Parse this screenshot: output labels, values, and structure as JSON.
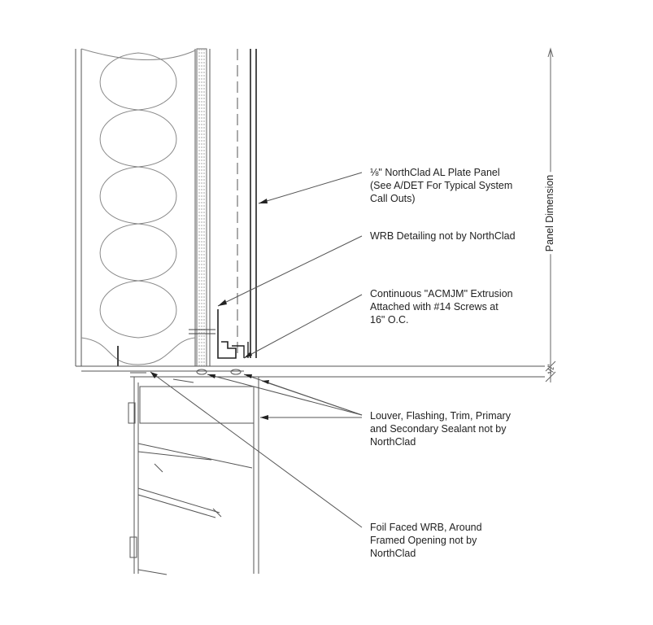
{
  "callouts": [
    {
      "lines": [
        "⅛\" NorthClad AL Plate Panel",
        "(See A/DET For Typical System",
        "Call Outs)"
      ]
    },
    {
      "lines": [
        "WRB Detailing not by NorthClad"
      ]
    },
    {
      "lines": [
        "Continuous \"ACMJM\" Extrusion",
        "Attached with #14 Screws at",
        "16\" O.C."
      ]
    },
    {
      "lines": [
        "Louver, Flashing, Trim, Primary",
        "and Secondary Sealant not by",
        "NorthClad"
      ]
    },
    {
      "lines": [
        "Foil Faced WRB, Around",
        "Framed Opening not by",
        "NorthClad"
      ]
    }
  ],
  "dimensions": {
    "panel": "Panel Dimension",
    "gap": "½\""
  },
  "colors": {
    "line": "#333333",
    "thin": "#777777"
  }
}
